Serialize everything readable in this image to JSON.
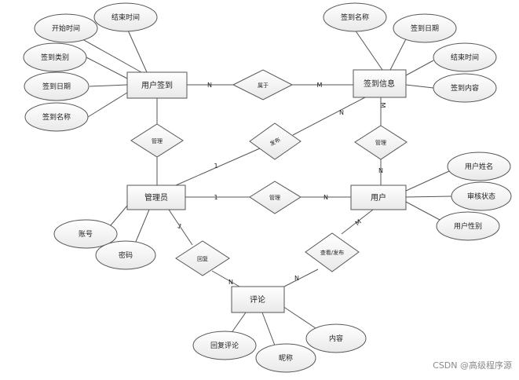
{
  "entities": {
    "user_signin": "用户签到",
    "signin_info": "签到信息",
    "admin": "管理员",
    "user": "用户",
    "comment": "评论"
  },
  "attributes": {
    "start_time": "开始时间",
    "end_time_1": "结束时间",
    "signin_type": "签到类别",
    "signin_date_1": "签到日期",
    "signin_name_1": "签到名称",
    "signin_name_2": "签到名称",
    "signin_date_2": "签到日期",
    "end_time_2": "结束时间",
    "signin_content": "签到内容",
    "user_name": "用户姓名",
    "review_status": "审核状态",
    "user_gender": "用户性别",
    "account": "账号",
    "password": "密码",
    "reply_comment": "回复评论",
    "nickname": "昵称",
    "content": "内容"
  },
  "relationships": {
    "belongs": "属于",
    "manage_1": "管理",
    "publish": "发布",
    "manage_2": "管理",
    "manage_3": "管理",
    "reply": "回复",
    "comment_publish": "查看/发布"
  },
  "cardinalities": {
    "c1": "N",
    "c2": "M",
    "c3": "N",
    "c4": "1",
    "c5": "M",
    "c6": "N",
    "c7": "1",
    "c8": "N",
    "c9": "M",
    "c10": "N",
    "c11": "N",
    "c12": "1"
  },
  "watermark": "CSDN @高级程序源"
}
